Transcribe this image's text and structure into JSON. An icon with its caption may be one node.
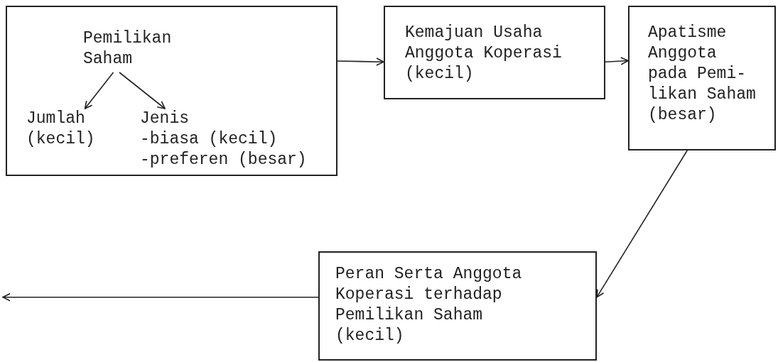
{
  "diagram": {
    "nodes": [
      {
        "text": [],
        "shape": "box"
      },
      {
        "text": [
          "Pemilikan Saham"
        ],
        "in": 0
      },
      {
        "text": [
          "Jumlah (kecil)"
        ],
        "in": 0
      },
      {
        "text": [
          "Jenis",
          "-biasa (kecil)",
          "-preferen (besar)"
        ],
        "in": 0
      },
      {
        "text": [
          "Kemajuan Usaha Anggota Koperasi (kecil)"
        ]
      },
      {
        "text": [
          "Apatisme Anggota pada Pemi- likan Saham (besar)"
        ]
      },
      {
        "text": [
          "Peran Serta Anggota Koperasi terhadap Pemilikan Saham (kecil)"
        ]
      }
    ],
    "edges": [
      {
        "from": 1,
        "to": 2,
        "arrow": "to"
      },
      {
        "from": 1,
        "to": 3,
        "arrow": "to"
      },
      {
        "from": 0,
        "to": 4,
        "arrow": "to"
      },
      {
        "from": 4,
        "to": 5,
        "arrow": "to"
      },
      {
        "from": 5,
        "to": 6,
        "arrow": "to"
      },
      {
        "from": 6,
        "to": null,
        "arrow": "to"
      }
    ]
  }
}
